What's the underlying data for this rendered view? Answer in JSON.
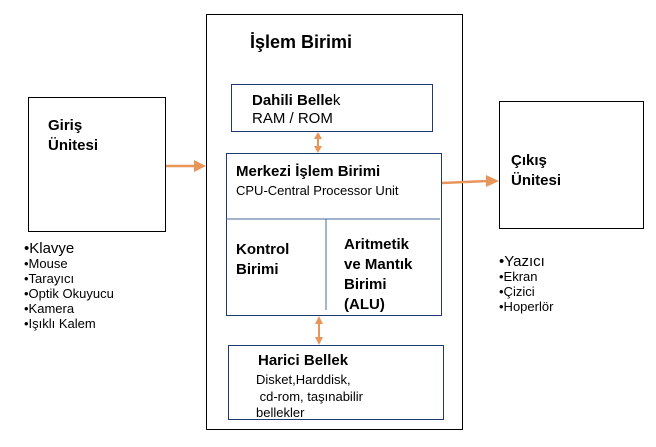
{
  "colors": {
    "arrow": "#E8955A",
    "box_border": "#1F3A6E",
    "outer_border": "#000000"
  },
  "input_unit": {
    "title_line1": "Giriş",
    "title_line2": "Ünitesi",
    "devices": [
      "•Klavye",
      "•Mouse",
      "•Tarayıcı",
      "•Optik Okuyucu",
      "•Kamera",
      "•Işıklı Kalem"
    ]
  },
  "processing_unit": {
    "title": "İşlem Birimi",
    "internal_memory": {
      "title_bold": "Dahili Belle",
      "title_tail": "k",
      "subtitle": "RAM / ROM"
    },
    "cpu": {
      "title": "Merkezi İşlem Birimi",
      "subtitle": "CPU-Central Processor Unit"
    },
    "control_unit": {
      "line1": "Kontrol",
      "line2": "Birimi"
    },
    "alu": {
      "line1": "Aritmetik",
      "line2": "ve Mantık",
      "line3": "Birimi",
      "line4": "(ALU)"
    },
    "external_memory": {
      "title": "Harici Bellek",
      "line1": "Disket,Harddisk,",
      "line2": " cd-rom, taşınabilir",
      "line3": "bellekler"
    }
  },
  "output_unit": {
    "title_line1": "Çıkış",
    "title_line2": "Ünitesi",
    "devices": [
      "•Yazıcı",
      "•Ekran",
      "•Çizici",
      "•Hoperlör"
    ]
  }
}
